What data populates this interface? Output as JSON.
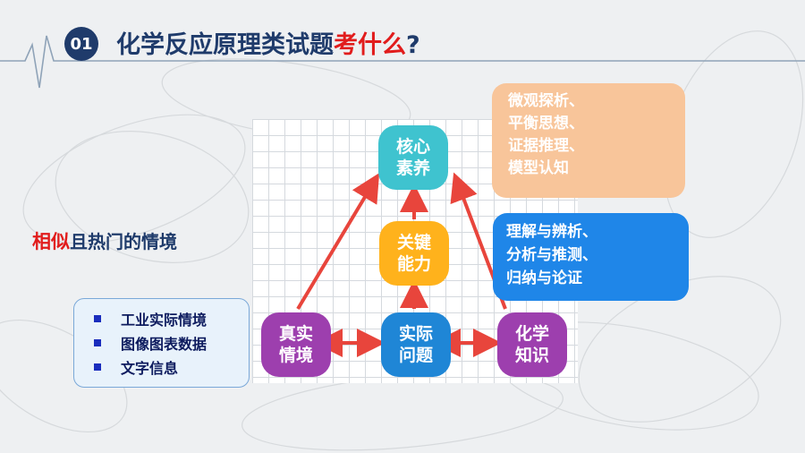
{
  "header": {
    "number": "01",
    "title_main": "化学反应原理类试题",
    "title_accent": "考什么",
    "title_end": "?"
  },
  "left_panel": {
    "heading_accent": "相似",
    "heading_rest": "且热门的情境",
    "bullets": [
      "工业实际情境",
      "图像图表数据",
      "文字信息"
    ]
  },
  "diagram": {
    "core": [
      "核心",
      "素养"
    ],
    "key_ability": [
      "关键",
      "能力"
    ],
    "real_context": [
      "真实",
      "情境"
    ],
    "real_problem": [
      "实际",
      "问题"
    ],
    "chem_knowledge": [
      "化学",
      "知识"
    ]
  },
  "callouts": {
    "peach": [
      "微观探析、",
      "平衡思想、",
      "证据推理、",
      "模型认知"
    ],
    "blue": [
      "理解与辨析、",
      "分析与推测、",
      "归纳与论证"
    ]
  },
  "colors": {
    "title": "#1f3b6b",
    "accent": "#e11c1c",
    "teal": "#3fc3cf",
    "orange": "#ffb21c",
    "purple": "#9d3fae",
    "blue": "#1f86d6",
    "arrow": "#e8453c"
  }
}
